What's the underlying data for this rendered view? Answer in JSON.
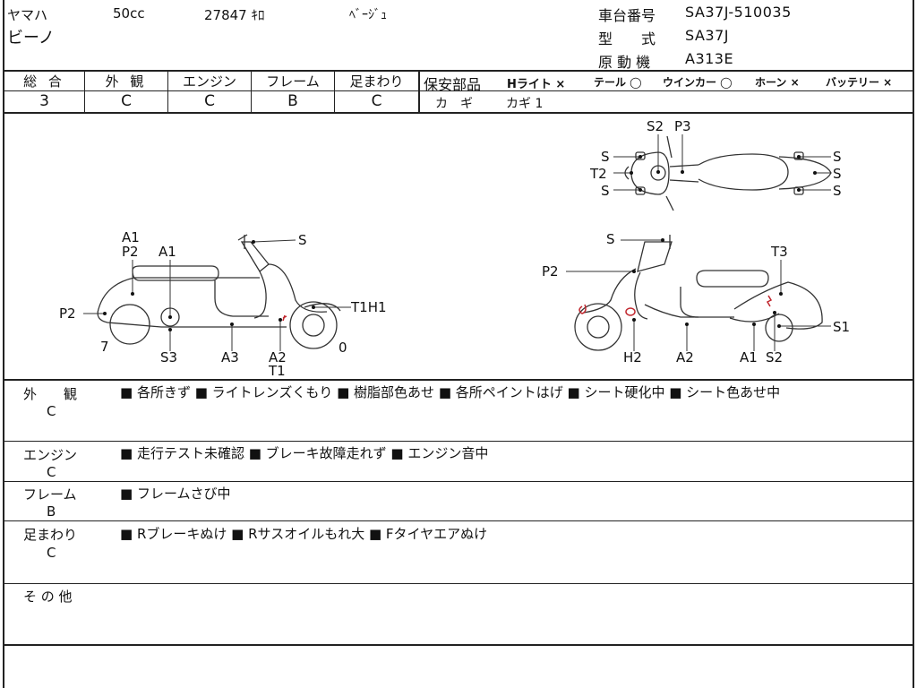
{
  "header": {
    "maker": "ヤマハ",
    "displacement": "50cc",
    "mileage": "27847 ｷﾛ",
    "color": "ﾍﾞｰｼﾞｭ",
    "model_name": "ビーノ",
    "chassis_label": "車台番号",
    "chassis_value": "SA37J-510035",
    "type_label": "型　　式",
    "type_value": "SA37J",
    "engine_label": "原 動 機",
    "engine_value": "A313E"
  },
  "grades": {
    "overall_label": "総 合",
    "overall_value": "3",
    "exterior_label": "外 観",
    "exterior_value": "C",
    "engine_label": "エンジン",
    "engine_value": "C",
    "frame_label": "フレーム",
    "frame_value": "B",
    "suspension_label": "足まわり",
    "suspension_value": "C"
  },
  "safety": {
    "label": "保安部品",
    "headlight": "Hライト ×",
    "taillight": "テール ◯",
    "winker": "ウインカー ◯",
    "horn": "ホーン ×",
    "battery": "バッテリー ×",
    "key_label": "カ　ギ",
    "key_value": "カギ 1"
  },
  "diagram_labels": {
    "top": [
      "S2",
      "P3",
      "S",
      "T2",
      "S",
      "S",
      "S",
      "S"
    ],
    "left": [
      "A1",
      "P2",
      "A1",
      "S",
      "P2",
      "T1H1",
      "7",
      "S3",
      "A3",
      "A2",
      "T1",
      "0"
    ],
    "right": [
      "S",
      "T3",
      "P2",
      "S1",
      "H2",
      "A2",
      "A1",
      "S2"
    ]
  },
  "sections": [
    {
      "label": "外　　観",
      "grade": "C",
      "text": "■ 各所きず ■ ライトレンズくもり ■ 樹脂部色あせ ■ 各所ペイントはげ ■ シート硬化中 ■ シート色あせ中"
    },
    {
      "label": "エンジン",
      "grade": "C",
      "text": "■ 走行テスト未確認 ■ ブレーキ故障走れず ■ エンジン音中"
    },
    {
      "label": "フレーム",
      "grade": "B",
      "text": "■ フレームさび中"
    },
    {
      "label": "足まわり",
      "grade": "C",
      "text": "■ Rブレーキぬけ ■ Rサスオイルもれ大 ■ Fタイヤエアぬけ"
    },
    {
      "label": "そ の 他",
      "grade": "",
      "text": ""
    }
  ]
}
